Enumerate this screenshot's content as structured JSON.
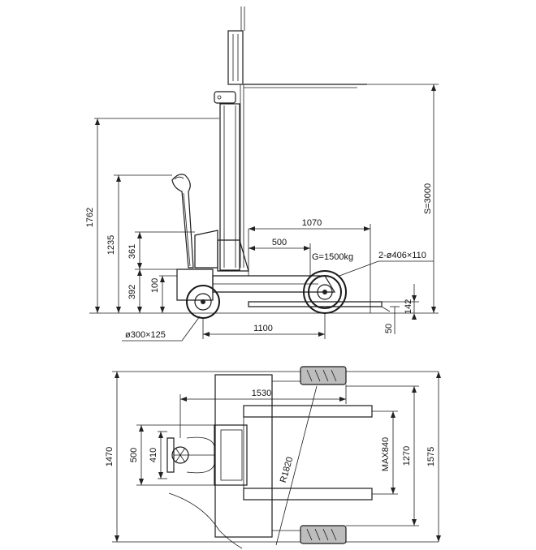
{
  "side_view": {
    "dims": {
      "mast_height": "S=3000",
      "overall_height": "1762",
      "handle_height": "1235",
      "arm_height": "361",
      "chassis_height": "392",
      "small_height": "100",
      "fork_length": "1070",
      "load_center": "500",
      "capacity": "G=1500kg",
      "front_wheel": "2-ø406×110",
      "fork_gap": "142",
      "ground_clear": "50",
      "wheelbase": "1100",
      "rear_wheel": "ø300×125"
    }
  },
  "top_view": {
    "dims": {
      "overall_width": "1470",
      "inner_width": "500",
      "drive_width": "410",
      "fork_span": "1530",
      "turn_radius": "R1820",
      "fork_spread": "MAX840",
      "leg_inner": "1270",
      "leg_outer": "1575"
    }
  }
}
